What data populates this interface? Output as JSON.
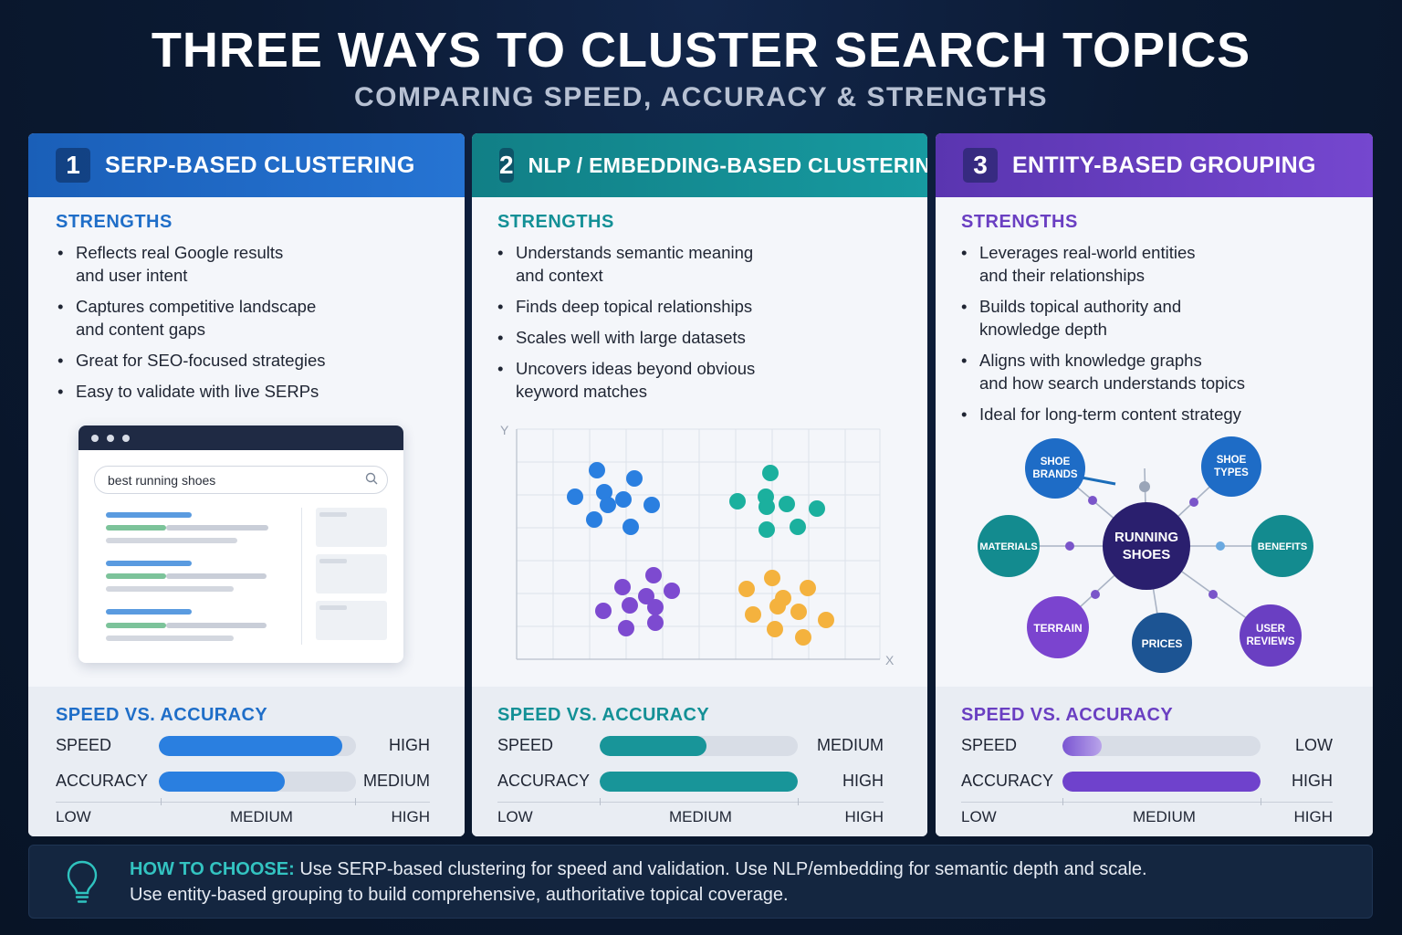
{
  "header": {
    "title": "THREE WAYS TO CLUSTER SEARCH TOPICS",
    "subtitle": "COMPARING SPEED, ACCURACY & STRENGTHS"
  },
  "colors": {
    "serp": "#1f6ec8",
    "nlp": "#139096",
    "entity": "#6a3fc2"
  },
  "panels": [
    {
      "number": "1",
      "title": "SERP-BASED CLUSTERING",
      "strengths_label": "STRENGTHS",
      "bullets": [
        "Reflects real Google results\nand user intent",
        "Captures competitive landscape\nand content gaps",
        "Great for SEO-focused strategies",
        "Easy to validate with live SERPs"
      ],
      "mockup": {
        "search_query": "best running shoes",
        "icon": "search-icon"
      },
      "speed_accuracy": {
        "label": "SPEED VS. ACCURACY",
        "speed_label": "SPEED",
        "speed_value": "HIGH",
        "speed_level": 0.93,
        "accuracy_label": "ACCURACY",
        "accuracy_value": "MEDIUM",
        "accuracy_level": 0.64,
        "scale": [
          "LOW",
          "MEDIUM",
          "HIGH"
        ]
      }
    },
    {
      "number": "2",
      "title": "NLP / EMBEDDING-BASED CLUSTERING",
      "strengths_label": "STRENGTHS",
      "bullets": [
        "Understands semantic meaning\nand context",
        "Finds deep topical relationships",
        "Scales well with large datasets",
        "Uncovers ideas beyond obvious\nkeyword matches"
      ],
      "plot": {
        "y_label": "Y",
        "x_label": "X"
      },
      "speed_accuracy": {
        "label": "SPEED VS. ACCURACY",
        "speed_label": "SPEED",
        "speed_value": "MEDIUM",
        "speed_level": 0.54,
        "accuracy_label": "ACCURACY",
        "accuracy_value": "HIGH",
        "accuracy_level": 1.0,
        "scale": [
          "LOW",
          "MEDIUM",
          "HIGH"
        ]
      }
    },
    {
      "number": "3",
      "title": "ENTITY-BASED GROUPING",
      "strengths_label": "STRENGTHS",
      "bullets": [
        "Leverages real-world entities\nand their relationships",
        "Builds topical authority and\nknowledge depth",
        "Aligns with knowledge graphs\nand how search understands topics",
        "Ideal for long-term content strategy"
      ],
      "graph": {
        "center": "RUNNING\nSHOES",
        "nodes": [
          "SHOE\nBRANDS",
          "SHOE\nTYPES",
          "MATERIALS",
          "BENEFITS",
          "TERRAIN",
          "PRICES",
          "USER\nREVIEWS"
        ]
      },
      "speed_accuracy": {
        "label": "SPEED VS. ACCURACY",
        "speed_label": "SPEED",
        "speed_value": "LOW",
        "speed_level": 0.2,
        "accuracy_label": "ACCURACY",
        "accuracy_value": "HIGH",
        "accuracy_level": 1.0,
        "scale": [
          "LOW",
          "MEDIUM",
          "HIGH"
        ]
      }
    }
  ],
  "footer": {
    "key": "HOW TO CHOOSE:",
    "line1": "Use SERP-based clustering for speed and validation. Use NLP/embedding for semantic depth and scale.",
    "line2": "Use entity-based grouping to build comprehensive, authoritative topical coverage.",
    "icon": "lightbulb-icon"
  }
}
